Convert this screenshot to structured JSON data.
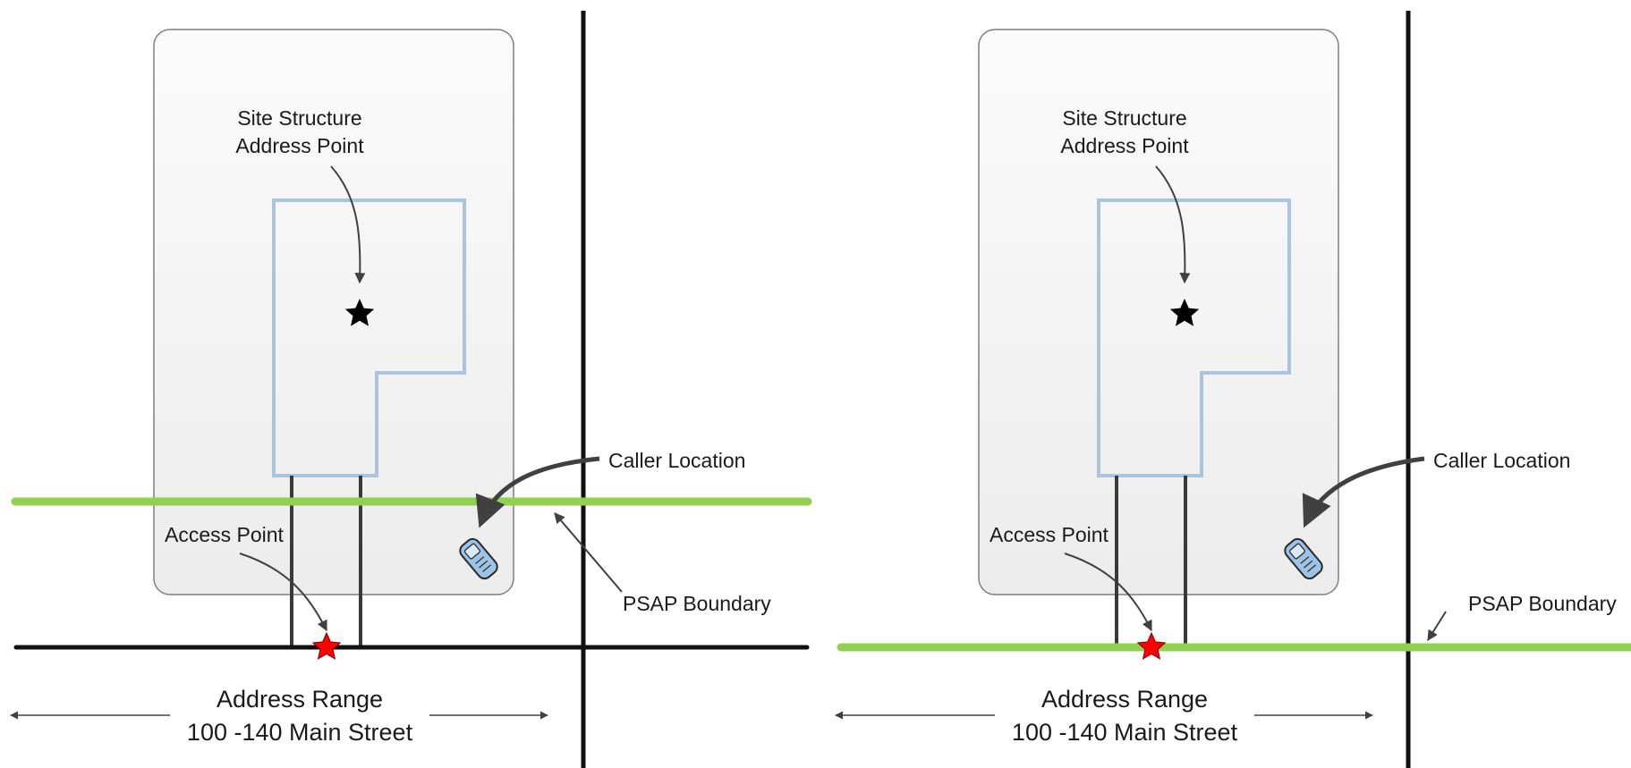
{
  "panels": [
    {
      "id": "left",
      "labels": {
        "site_line1": "Site Structure",
        "site_line2": "Address Point",
        "caller": "Caller Location",
        "access": "Access Point",
        "psap": "PSAP Boundary",
        "range_line1": "Address Range",
        "range_line2": "100 -140 Main Street"
      }
    },
    {
      "id": "right",
      "labels": {
        "site_line1": "Site Structure",
        "site_line2": "Address Point",
        "caller": "Caller Location",
        "access": "Access Point",
        "psap": "PSAP Boundary",
        "range_line1": "Address Range",
        "range_line2": "100 -140 Main Street"
      }
    }
  ],
  "colors": {
    "boundary_green": "#92d050",
    "road_black": "#111111",
    "building_outline": "#a9c4dc",
    "parcel_fill": "#f2f2f2",
    "parcel_stroke": "#7f7f7f",
    "access_star": "#ff0000",
    "address_star": "#000000",
    "phone_body": "#9dc3e6"
  },
  "icons": {
    "caller": "mobile-phone-icon",
    "address_point": "black-star-icon",
    "access_point": "red-star-icon"
  }
}
